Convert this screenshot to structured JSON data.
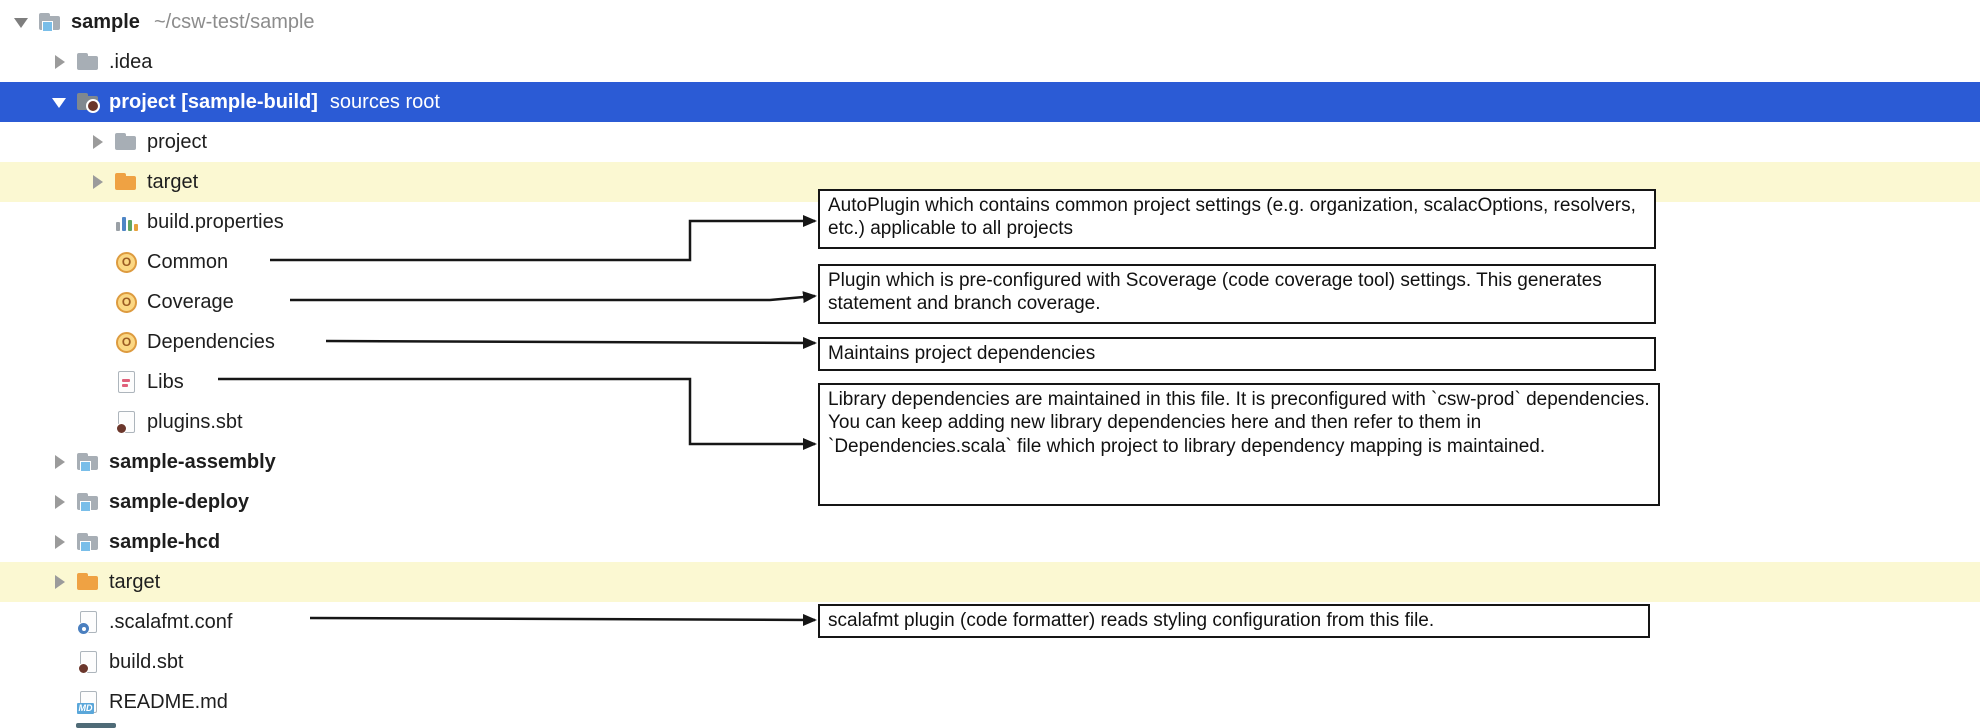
{
  "colors": {
    "selection_background": "#2B5BD5",
    "excluded_row_background": "#FBF8D2",
    "folder": "#A7AEB5",
    "target_folder": "#EFA243",
    "scala_object": "#FBD783",
    "arrow": "#161616"
  },
  "tree": {
    "items": [
      {
        "label": "sample",
        "path": "~/csw-test/sample",
        "level": 0,
        "state": "expanded",
        "icon": "module-folder-icon",
        "bold": true
      },
      {
        "label": ".idea",
        "level": 1,
        "state": "collapsed",
        "icon": "folder-icon"
      },
      {
        "label": "project [sample-build]",
        "badge": "sources root",
        "level": 1,
        "state": "expanded",
        "selected": true,
        "icon": "sbt-project-folder-icon",
        "bold": true
      },
      {
        "label": "project",
        "level": 2,
        "state": "collapsed",
        "icon": "folder-icon"
      },
      {
        "label": "target",
        "level": 2,
        "state": "collapsed",
        "icon": "excluded-folder-icon",
        "highlighted": true
      },
      {
        "label": "build.properties",
        "level": 2,
        "icon": "properties-file-icon"
      },
      {
        "label": "Common",
        "level": 2,
        "icon": "scala-object-icon"
      },
      {
        "label": "Coverage",
        "level": 2,
        "icon": "scala-object-icon"
      },
      {
        "label": "Dependencies",
        "level": 2,
        "icon": "scala-object-icon"
      },
      {
        "label": "Libs",
        "level": 2,
        "icon": "scala-file-icon"
      },
      {
        "label": "plugins.sbt",
        "level": 2,
        "icon": "sbt-file-icon"
      },
      {
        "label": "sample-assembly",
        "level": 1,
        "state": "collapsed",
        "icon": "module-folder-icon",
        "bold": true
      },
      {
        "label": "sample-deploy",
        "level": 1,
        "state": "collapsed",
        "icon": "module-folder-icon",
        "bold": true
      },
      {
        "label": "sample-hcd",
        "level": 1,
        "state": "collapsed",
        "icon": "module-folder-icon",
        "bold": true
      },
      {
        "label": "target",
        "level": 1,
        "state": "collapsed",
        "icon": "excluded-folder-icon",
        "highlighted": true
      },
      {
        "label": ".scalafmt.conf",
        "level": 1,
        "icon": "config-file-icon"
      },
      {
        "label": "build.sbt",
        "level": 1,
        "icon": "sbt-file-icon"
      },
      {
        "label": "README.md",
        "level": 1,
        "icon": "markdown-file-icon"
      }
    ]
  },
  "annotations": [
    {
      "target": "Common",
      "text": "AutoPlugin which contains common project settings (e.g. organization, scalacOptions, resolvers, etc.) applicable to all projects"
    },
    {
      "target": "Coverage",
      "text": "Plugin which is pre-configured with Scoverage (code coverage tool) settings. This generates statement and branch coverage."
    },
    {
      "target": "Dependencies",
      "text": "Maintains project dependencies"
    },
    {
      "target": "Libs",
      "text": "Library dependencies are maintained in this file.  It is preconfigured with `csw-prod` dependencies.  You can keep adding new library dependencies here and then refer to them in `Dependencies.scala` file which project to library dependency mapping is maintained."
    },
    {
      "target": ".scalafmt.conf",
      "text": "scalafmt plugin (code formatter) reads styling configuration from this file."
    }
  ]
}
